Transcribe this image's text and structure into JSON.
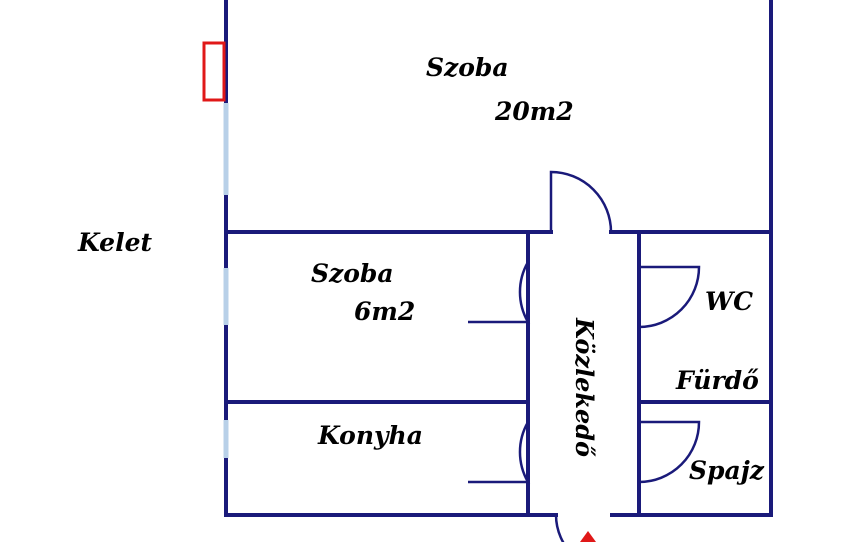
{
  "compass": {
    "east_label": "Kelet"
  },
  "rooms": {
    "szoba_large": {
      "name": "Szoba",
      "area": "20m2"
    },
    "szoba_small": {
      "name": "Szoba",
      "area": "6m2"
    },
    "konyha": {
      "name": "Konyha"
    },
    "kozlekedo": {
      "name": "Közlekedő"
    },
    "wc": {
      "name": "WC"
    },
    "furdo": {
      "name": "Fürdő"
    },
    "spajz": {
      "name": "Spajz"
    }
  },
  "colors": {
    "wall": "#1a1a7a",
    "window": "#b8d0e8",
    "marker": "#e01818",
    "background": "#ffffff"
  }
}
